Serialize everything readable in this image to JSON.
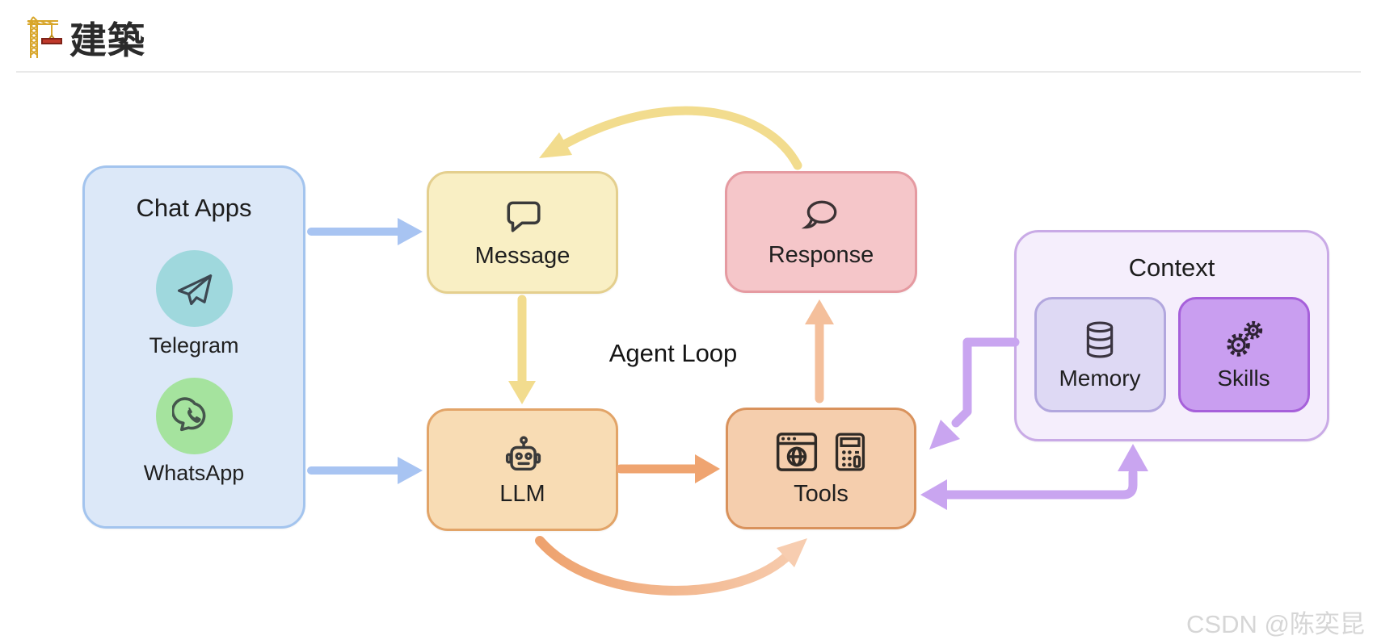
{
  "header": {
    "title": "建築"
  },
  "nodes": {
    "chat_apps": {
      "title": "Chat Apps",
      "telegram_label": "Telegram",
      "whatsapp_label": "WhatsApp"
    },
    "message": {
      "label": "Message"
    },
    "response": {
      "label": "Response"
    },
    "llm": {
      "label": "LLM"
    },
    "tools": {
      "label": "Tools"
    },
    "context": {
      "title": "Context",
      "memory_label": "Memory",
      "skills_label": "Skills"
    }
  },
  "labels": {
    "agent_loop": "Agent Loop"
  },
  "watermark": {
    "text": "CSDN @陈奕昆"
  },
  "colors": {
    "chat_apps_fill": "#dce8f8",
    "chat_apps_border": "#a3c4ee",
    "telegram_circle": "#9fd8dd",
    "whatsapp_circle": "#a5e39e",
    "message_fill": "#f9efc4",
    "message_border": "#e4cf8e",
    "response_fill": "#f5c6c9",
    "response_border": "#e59aa1",
    "llm_fill": "#f8dcb4",
    "llm_border": "#e2a468",
    "tools_fill": "#f5cead",
    "tools_border": "#d9925c",
    "context_fill": "#f5eefc",
    "context_border": "#c9aae6",
    "memory_fill": "#ded9f4",
    "memory_border": "#b2a7de",
    "skills_fill": "#c99ef0",
    "skills_border": "#a660da",
    "arrow_blue": "#a8c4f2",
    "arrow_yellow": "#f2dc8e",
    "arrow_orange": "#efa470",
    "arrow_salmon": "#f4bf9b",
    "arrow_purple": "#c9a5f0"
  }
}
